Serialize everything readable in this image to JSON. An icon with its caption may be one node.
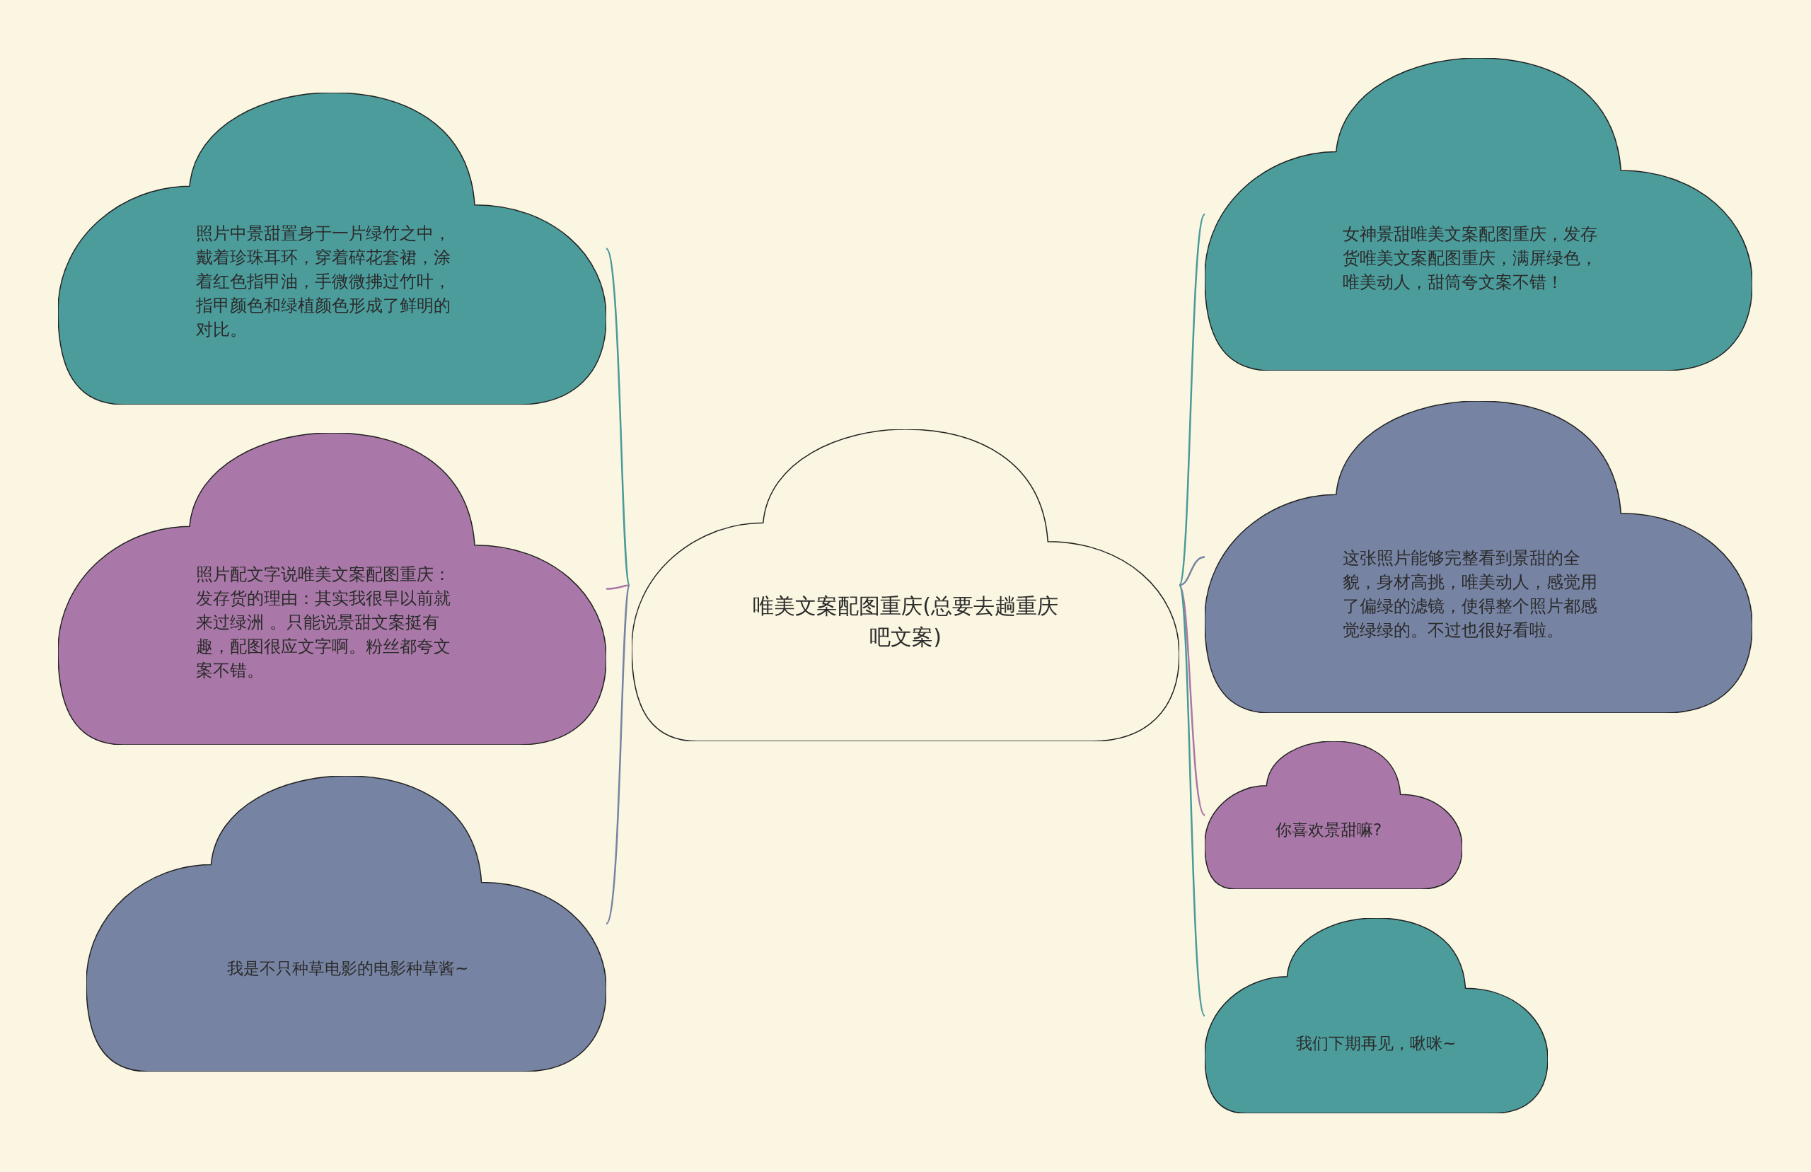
{
  "diagram": {
    "nodes": [
      {
        "text": [
          "唯美文案配图重庆(总要去趟重庆吧文案)"
        ]
      },
      {
        "text": [
          "照片中景甜置身于一片绿竹之中，戴着珍珠耳环，穿着碎花套裙，涂着红色指甲油，手微微拂过竹叶，指甲颜色和绿植颜色形成了鲜明的对比。"
        ]
      },
      {
        "text": [
          "照片配文字说唯美文案配图重庆：发存货的理由：其实我很早以前就来过绿洲 。只能说景甜文案挺有趣，配图很应文字啊。粉丝都夸文案不错。"
        ]
      },
      {
        "text": [
          "我是不只种草电影的电影种草酱~"
        ]
      },
      {
        "text": [
          "女神景甜唯美文案配图重庆，发存货唯美文案配图重庆，满屏绿色，唯美动人，甜筒夸文案不错！"
        ]
      },
      {
        "text": [
          "这张照片能够完整看到景甜的全貌，身材高挑，唯美动人，感觉用了偏绿的滤镜，使得整个照片都感觉绿绿的。不过也很好看啦。"
        ]
      },
      {
        "text": [
          "你喜欢景甜嘛?"
        ]
      },
      {
        "text": [
          "我们下期再见，啾咪~"
        ]
      }
    ],
    "edges": [
      {
        "from": 0,
        "to": 1,
        "arrow": "none",
        "color": "#4a9a9a"
      },
      {
        "from": 0,
        "to": 2,
        "arrow": "none",
        "color": "#a978a8"
      },
      {
        "from": 0,
        "to": 3,
        "arrow": "none",
        "color": "#7683a2"
      },
      {
        "from": 0,
        "to": 4,
        "arrow": "none",
        "color": "#4a9a9a"
      },
      {
        "from": 0,
        "to": 5,
        "arrow": "none",
        "color": "#7683a2"
      },
      {
        "from": 0,
        "to": 6,
        "arrow": "none",
        "color": "#a978a8"
      },
      {
        "from": 0,
        "to": 7,
        "arrow": "none",
        "color": "#4a9a9a"
      }
    ]
  }
}
